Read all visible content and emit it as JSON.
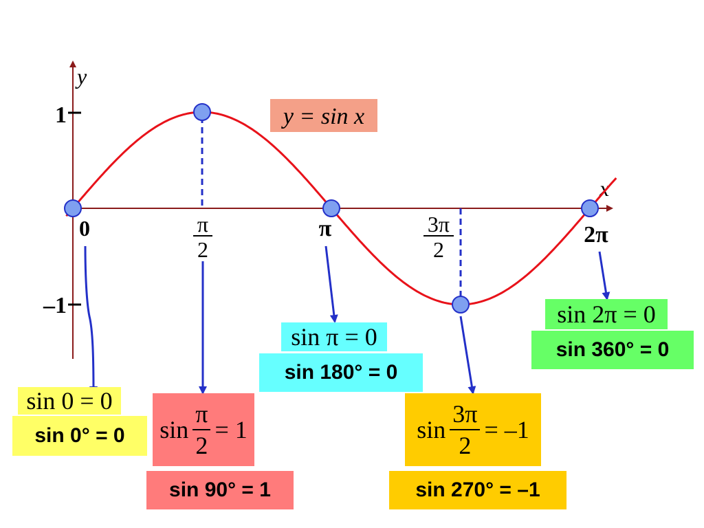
{
  "axes": {
    "x_label": "x",
    "y_label": "y"
  },
  "y_ticks": [
    {
      "value": 1,
      "label": "1"
    },
    {
      "value": -1,
      "label": "–1"
    }
  ],
  "x_ticks": [
    {
      "name": "zero",
      "text": "0"
    },
    {
      "name": "pi-over-2",
      "num": "π",
      "den": "2"
    },
    {
      "name": "pi",
      "text": "π"
    },
    {
      "name": "three-pi-over-2",
      "num": "3π",
      "den": "2"
    },
    {
      "name": "two-pi",
      "text": "2π"
    }
  ],
  "equation": {
    "text": "y = sin x",
    "bg_color": "#f4a088"
  },
  "colors": {
    "curve": "#e8121a",
    "point_fill": "#7fa0f0",
    "point_stroke": "#2330c8",
    "arrow": "#2330c8",
    "axis": "#8a1a1a"
  },
  "chart_data": {
    "type": "line",
    "title": "y = sin x",
    "xlabel": "x",
    "ylabel": "y",
    "x_range_radians": [
      0,
      6.2832
    ],
    "y_range": [
      -1,
      1
    ],
    "series": [
      {
        "name": "y = sin x",
        "x": [
          "0",
          "π/2",
          "π",
          "3π/2",
          "2π"
        ],
        "values": [
          0,
          1,
          0,
          -1,
          0
        ]
      }
    ],
    "highlighted_points": [
      {
        "x": "0",
        "y": 0
      },
      {
        "x": "π/2",
        "y": 1
      },
      {
        "x": "π",
        "y": 0
      },
      {
        "x": "3π/2",
        "y": -1
      },
      {
        "x": "2π",
        "y": 0
      }
    ]
  },
  "labels": {
    "sin0": {
      "radian": "sin 0 = 0",
      "degree": "sin 0° = 0",
      "color": "#ffff66"
    },
    "sin90": {
      "radian_prefix": "sin",
      "radian_num": "π",
      "radian_den": "2",
      "radian_suffix": "= 1",
      "degree": "sin 90° = 1",
      "color": "#ff7b7b"
    },
    "sin180": {
      "radian": "sin π = 0",
      "degree": "sin 180° = 0",
      "color": "#66ffff"
    },
    "sin270": {
      "radian_prefix": "sin",
      "radian_num": "3π",
      "radian_den": "2",
      "radian_suffix": "= –1",
      "degree": "sin 270° = –1",
      "color": "#ffcc00"
    },
    "sin360": {
      "radian": "sin 2π = 0",
      "degree": "sin 360° = 0",
      "color": "#66ff66"
    }
  }
}
